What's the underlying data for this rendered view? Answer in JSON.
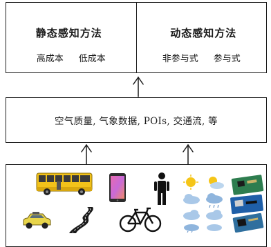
{
  "panels": {
    "static": {
      "title": "静态感知方法",
      "items": [
        "高成本",
        "低成本"
      ]
    },
    "dynamic": {
      "title": "动态感知方法",
      "items": [
        "非参与式",
        "参与式"
      ]
    }
  },
  "data_sources": {
    "label": "空气质量, 气象数据, POIs, 交通流, 等"
  },
  "icons": [
    "bus-icon",
    "smartphone-icon",
    "person-icon",
    "weather-icons",
    "circuit-board-icons",
    "car-icon",
    "road-icon",
    "bicycle-icon"
  ],
  "colors": {
    "bus_body": "#f2c21a",
    "phone_screen": "#d86cc8",
    "sun": "#f5c518",
    "cloud": "#a9c8e8",
    "board": "#2e7d4f"
  }
}
